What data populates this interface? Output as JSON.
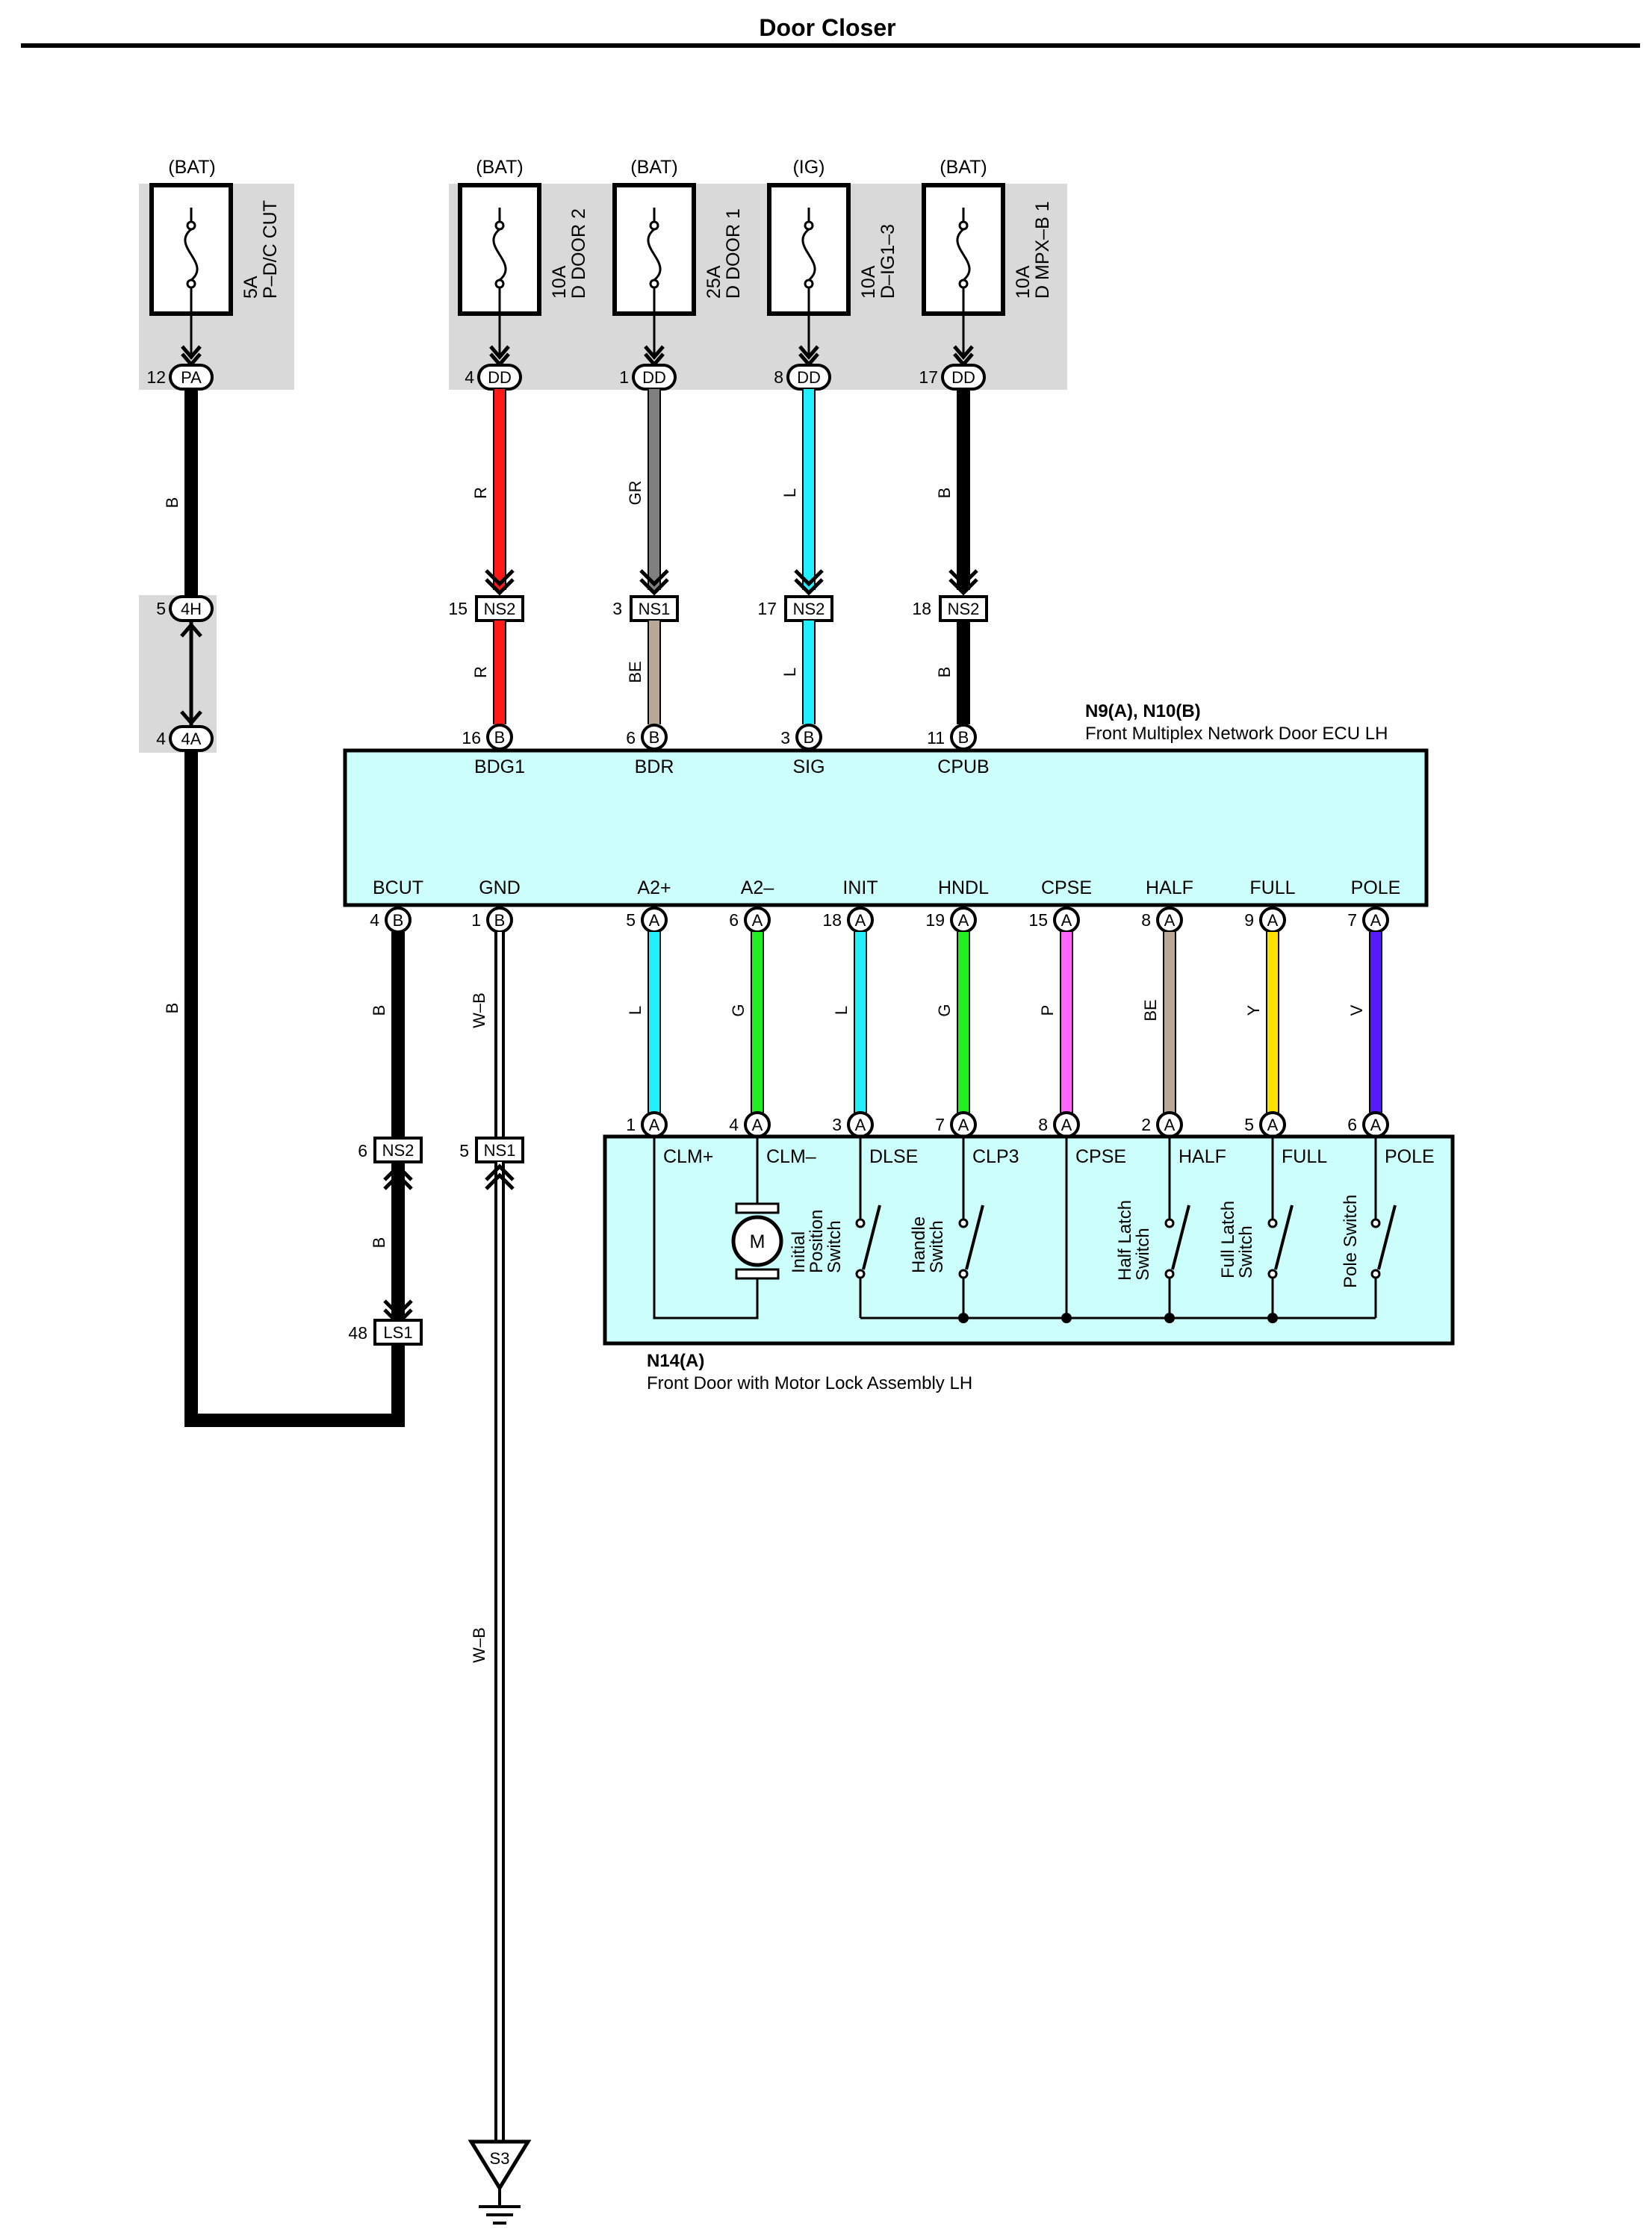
{
  "title": "Door Closer",
  "fuses": [
    {
      "source": "(BAT)",
      "amp": "5A",
      "name": "P–D/C CUT",
      "pin": "12",
      "conn": "PA",
      "wire_top": "B"
    },
    {
      "source": "(BAT)",
      "amp": "10A",
      "name": "D DOOR 2",
      "pin": "4",
      "conn": "DD",
      "wire_top": "R",
      "mid_pin": "15",
      "mid_conn": "NS2",
      "wire_bottom": "R",
      "ecu_pin": "16",
      "ecu_conn": "B",
      "ecu_label": "BDG1",
      "color": "#ff1a1a"
    },
    {
      "source": "(BAT)",
      "amp": "25A",
      "name": "D DOOR 1",
      "pin": "1",
      "conn": "DD",
      "wire_top": "GR",
      "mid_pin": "3",
      "mid_conn": "NS1",
      "wire_bottom": "BE",
      "ecu_pin": "6",
      "ecu_conn": "B",
      "ecu_label": "BDR",
      "color": "#808080",
      "color_bottom": "#b9a896"
    },
    {
      "source": "(IG)",
      "amp": "10A",
      "name": "D–IG1–3",
      "pin": "8",
      "conn": "DD",
      "wire_top": "L",
      "mid_pin": "17",
      "mid_conn": "NS2",
      "wire_bottom": "L",
      "ecu_pin": "3",
      "ecu_conn": "B",
      "ecu_label": "SIG",
      "color": "#22f0ff"
    },
    {
      "source": "(BAT)",
      "amp": "10A",
      "name": "D MPX–B 1",
      "pin": "17",
      "conn": "DD",
      "wire_top": "B",
      "mid_pin": "18",
      "mid_conn": "NS2",
      "wire_bottom": "B",
      "ecu_pin": "11",
      "ecu_conn": "B",
      "ecu_label": "CPUB",
      "color": "#000000"
    }
  ],
  "junction_4h": {
    "pin": "5",
    "conn": "4H"
  },
  "junction_4a": {
    "pin": "4",
    "conn": "4A"
  },
  "left_wire_label": "B",
  "ecu": {
    "code": "N9(A), N10(B)",
    "name": "Front Multiplex Network Door ECU LH",
    "bottom_pins": [
      {
        "label": "BCUT",
        "pin": "4",
        "conn": "B"
      },
      {
        "label": "GND",
        "pin": "1",
        "conn": "B"
      },
      {
        "label": "A2+",
        "pin": "5",
        "conn": "A",
        "wire": "L",
        "color": "#22f0ff",
        "motor_pin": "1",
        "motor_label": "CLM+"
      },
      {
        "label": "A2–",
        "pin": "6",
        "conn": "A",
        "wire": "G",
        "color": "#22ee22",
        "motor_pin": "4",
        "motor_label": "CLM–"
      },
      {
        "label": "INIT",
        "pin": "18",
        "conn": "A",
        "wire": "L",
        "color": "#22f0ff",
        "motor_pin": "3",
        "motor_label": "DLSE"
      },
      {
        "label": "HNDL",
        "pin": "19",
        "conn": "A",
        "wire": "G",
        "color": "#22ee22",
        "motor_pin": "7",
        "motor_label": "CLP3"
      },
      {
        "label": "CPSE",
        "pin": "15",
        "conn": "A",
        "wire": "P",
        "color": "#ff66ff",
        "motor_pin": "8",
        "motor_label": "CPSE"
      },
      {
        "label": "HALF",
        "pin": "8",
        "conn": "A",
        "wire": "BE",
        "color": "#b9a896",
        "motor_pin": "2",
        "motor_label": "HALF"
      },
      {
        "label": "FULL",
        "pin": "9",
        "conn": "A",
        "wire": "Y",
        "color": "#ffe000",
        "motor_pin": "5",
        "motor_label": "FULL"
      },
      {
        "label": "POLE",
        "pin": "7",
        "conn": "A",
        "wire": "V",
        "color": "#5a1aff",
        "motor_pin": "6",
        "motor_label": "POLE"
      }
    ]
  },
  "bcut_path": {
    "wire1": "B",
    "ns2_pin": "6",
    "ns2_conn": "NS2",
    "wire2": "B",
    "ls1_pin": "48",
    "ls1_conn": "LS1"
  },
  "gnd_path": {
    "wire1": "W–B",
    "ns1_pin": "5",
    "ns1_conn": "NS1",
    "wire2": "W–B",
    "ground": "S3"
  },
  "lock_assembly": {
    "code": "N14(A)",
    "name": "Front Door with Motor Lock Assembly LH",
    "motor_symbol": "M",
    "switches": {
      "initial": [
        "Initial",
        "Position",
        "Switch"
      ],
      "handle": [
        "Handle",
        "Switch"
      ],
      "half": [
        "Half Latch",
        "Switch"
      ],
      "full": [
        "Full Latch",
        "Switch"
      ],
      "pole": [
        "Pole Switch"
      ]
    }
  }
}
